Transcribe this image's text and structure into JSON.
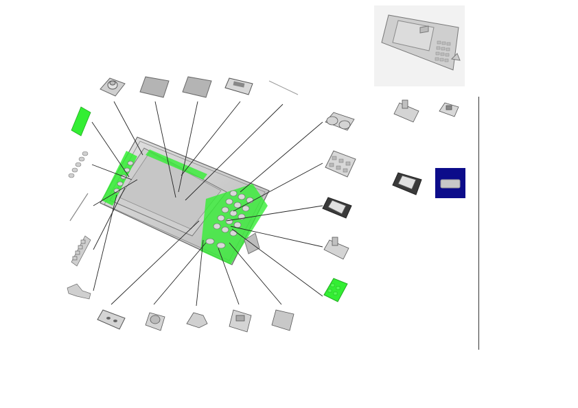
{
  "diagram": {
    "kind": "exploded-parts-illustration",
    "subject": "operation-panel-assembly",
    "colors": {
      "highlight": "#33ee33",
      "part_fill": "#d4d4d4",
      "part_stroke": "#555555",
      "leader": "#222222",
      "selected_tile": "#0c0c8a",
      "selected_part": "#c8c8c8"
    },
    "left_parts": [
      "green-button-strip",
      "small-button-row",
      "thin-rod",
      "key-row",
      "small-bracket"
    ],
    "top_parts": [
      "knob-switch",
      "lcd-sheet-a",
      "lcd-sheet-b",
      "frame-bracket",
      "thin-film"
    ],
    "right_parts": [
      "roller-unit",
      "keypad-rubber",
      "latch-cover",
      "hinge-clip",
      "green-keypad"
    ],
    "bottom_parts": [
      "connector-board",
      "motor-bracket",
      "lever-arm",
      "door-clip",
      "housing-box"
    ],
    "side_panel": [
      "hinge-clip-small",
      "clamp-small",
      "latch-cover-small",
      "blue-selected-part"
    ]
  }
}
